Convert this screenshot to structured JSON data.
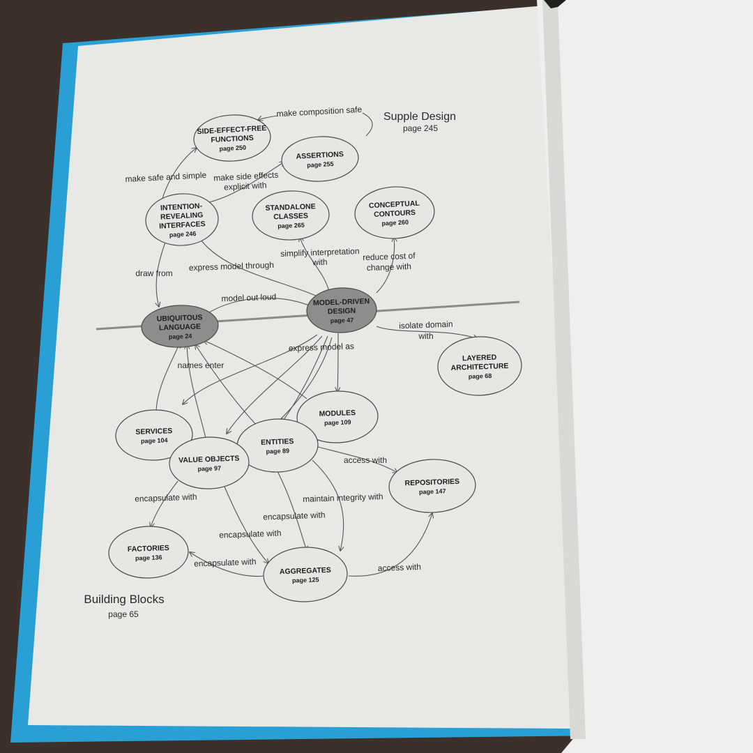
{
  "sections": {
    "supple_design": {
      "title": "Supple Design",
      "page": "page 245"
    },
    "building_blocks": {
      "title": "Building Blocks",
      "page": "page 65"
    }
  },
  "nodes": {
    "side_effect_free": {
      "lines": [
        "SIDE-EFFECT-FREE",
        "FUNCTIONS"
      ],
      "page": "page 250"
    },
    "assertions": {
      "lines": [
        "ASSERTIONS"
      ],
      "page": "page 255"
    },
    "intention_revealing": {
      "lines": [
        "INTENTION-",
        "REVEALING",
        "INTERFACES"
      ],
      "page": "page 246"
    },
    "standalone_classes": {
      "lines": [
        "STANDALONE",
        "CLASSES"
      ],
      "page": "page 265"
    },
    "conceptual_contours": {
      "lines": [
        "CONCEPTUAL",
        "CONTOURS"
      ],
      "page": "page 260"
    },
    "ubiquitous_language": {
      "lines": [
        "UBIQUITOUS",
        "LANGUAGE"
      ],
      "page": "page 24"
    },
    "model_driven_design": {
      "lines": [
        "MODEL-DRIVEN",
        "DESIGN"
      ],
      "page": "page 47"
    },
    "layered_architecture": {
      "lines": [
        "LAYERED",
        "ARCHITECTURE"
      ],
      "page": "page 68"
    },
    "services": {
      "lines": [
        "SERVICES"
      ],
      "page": "page 104"
    },
    "modules": {
      "lines": [
        "MODULES"
      ],
      "page": "page 109"
    },
    "entities": {
      "lines": [
        "ENTITIES"
      ],
      "page": "page 89"
    },
    "value_objects": {
      "lines": [
        "VALUE OBJECTS"
      ],
      "page": "page 97"
    },
    "repositories": {
      "lines": [
        "REPOSITORIES"
      ],
      "page": "page 147"
    },
    "factories": {
      "lines": [
        "FACTORIES"
      ],
      "page": "page 136"
    },
    "aggregates": {
      "lines": [
        "AGGREGATES"
      ],
      "page": "page 125"
    }
  },
  "edge_labels": {
    "make_composition_safe": "make composition safe",
    "make_safe_and_simple": "make safe and simple",
    "make_side_effects_1": "make side effects",
    "make_side_effects_2": "explicit with",
    "draw_from": "draw from",
    "express_model_through": "express model through",
    "simplify_1": "simplify interpretation",
    "simplify_2": "with",
    "reduce_1": "reduce cost of",
    "reduce_2": "change with",
    "model_out_loud": "model out loud",
    "isolate_1": "isolate domain",
    "isolate_2": "with",
    "names_enter": "names enter",
    "express_model_as": "express model as",
    "access_with_1": "access with",
    "maintain_integrity": "maintain integrity with",
    "encapsulate_1": "encapsulate with",
    "encapsulate_2": "encapsulate with",
    "encapsulate_3": "encapsulate with",
    "encapsulate_4": "encapsulate with",
    "access_with_2": "access with"
  },
  "colors": {
    "page": "#e8e8e4",
    "cover": "#2a9fd6",
    "node_fill": "#e6e6e2",
    "core_fill": "#8d8d8d"
  }
}
